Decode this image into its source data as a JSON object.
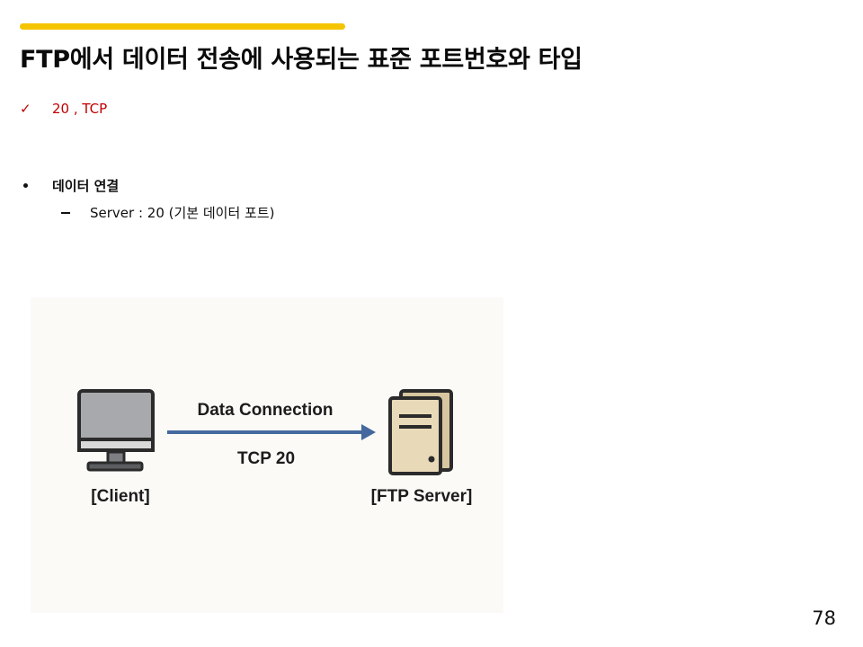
{
  "slide": {
    "title": "FTP에서 데이터 전송에 사용되는 표준 포트번호와 타입",
    "answer": "20 , TCP",
    "bullet_heading": "데이터 연결",
    "sub_item": "Server : 20 (기본 데이터 포트)",
    "page_number": "78"
  },
  "diagram": {
    "connection_label": "Data Connection",
    "protocol_port": "TCP 20",
    "client_label": "[Client]",
    "server_label": "[FTP Server]"
  },
  "colors": {
    "accent": "#f5c400",
    "answer": "#c00000",
    "arrow": "#44699e",
    "server_fill": "#e8d9b8",
    "monitor_screen": "#a7a9ac"
  },
  "icons": {
    "check": "check-icon",
    "client": "monitor-icon",
    "server": "server-tower-icon",
    "arrow": "arrow-right-icon"
  }
}
